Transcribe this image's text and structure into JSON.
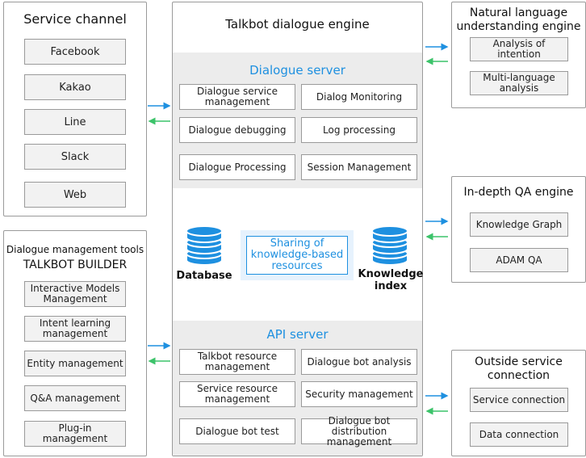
{
  "service_channel": {
    "title": "Service channel",
    "items": [
      "Facebook",
      "Kakao",
      "Line",
      "Slack",
      "Web"
    ]
  },
  "management_tools": {
    "title_line1": "Dialogue management tools",
    "title_line2": "TALKBOT BUILDER",
    "items": [
      "Interactive Models\nManagement",
      "Intent learning\nmanagement",
      "Entity management",
      "Q&A management",
      "Plug-in management"
    ]
  },
  "engine": {
    "title": "Talkbot dialogue engine",
    "dialogue_server": {
      "title": "Dialogue server",
      "items": [
        "Dialogue service\nmanagement",
        "Dialog Monitoring",
        "Dialogue debugging",
        "Log processing",
        "Dialogue Processing",
        "Session Management"
      ]
    },
    "middle": {
      "database_label": "Database",
      "sharing_label": "Sharing of\nknowledge-based\nresources",
      "knowledge_index_label": "Knowledge\nindex"
    },
    "api_server": {
      "title": "API server",
      "items": [
        "Talkbot resource\nmanagement",
        "Dialogue bot analysis",
        "Service resource\nmanagement",
        "Security management",
        "Dialogue bot test",
        "Dialogue bot\ndistribution management"
      ]
    }
  },
  "nlu_engine": {
    "title": "Natural language\nunderstanding engine",
    "items": [
      "Analysis of intention",
      "Multi-language\nanalysis"
    ]
  },
  "qa_engine": {
    "title": "In-depth QA engine",
    "items": [
      "Knowledge Graph",
      "ADAM QA"
    ]
  },
  "outside": {
    "title": "Outside service\nconnection",
    "items": [
      "Service connection",
      "Data connection"
    ]
  },
  "colors": {
    "arrow_out": "#1e90e0",
    "arrow_in": "#3cc36a",
    "accent": "#1e90e0"
  }
}
